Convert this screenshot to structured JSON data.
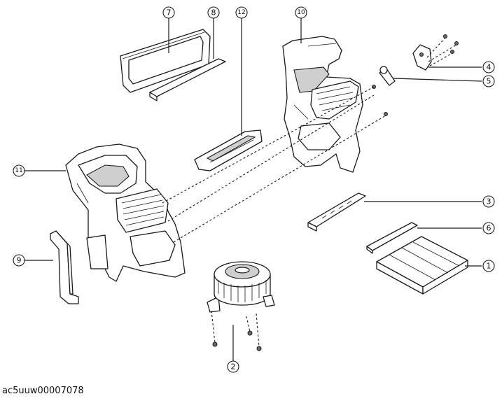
{
  "figure_code": "ac5uuw00007078",
  "callouts": {
    "c1": "1",
    "c2": "2",
    "c3": "3",
    "c4": "4",
    "c5": "5",
    "c6": "6",
    "c7": "7",
    "c8": "8",
    "c9": "9",
    "c10": "10",
    "c11": "11",
    "c12": "12"
  },
  "colors": {
    "line": "#1a1a1a",
    "background": "#ffffff",
    "shade": "#cfcfcf"
  }
}
